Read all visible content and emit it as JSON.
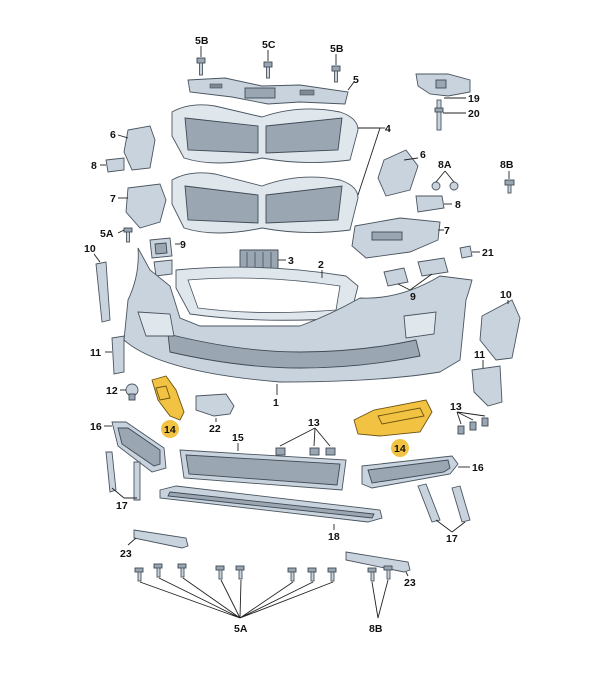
{
  "callouts": [
    {
      "id": "c5b_a",
      "text": "5B"
    },
    {
      "id": "c5c",
      "text": "5C"
    },
    {
      "id": "c5b_b",
      "text": "5B"
    },
    {
      "id": "c5",
      "text": "5"
    },
    {
      "id": "c19",
      "text": "19"
    },
    {
      "id": "c20",
      "text": "20"
    },
    {
      "id": "c4",
      "text": "4"
    },
    {
      "id": "c6_l",
      "text": "6"
    },
    {
      "id": "c8_l",
      "text": "8"
    },
    {
      "id": "c7_l",
      "text": "7"
    },
    {
      "id": "c6_r",
      "text": "6"
    },
    {
      "id": "c8a",
      "text": "8A"
    },
    {
      "id": "c8b_top",
      "text": "8B"
    },
    {
      "id": "c8_r",
      "text": "8"
    },
    {
      "id": "c5a_top",
      "text": "5A"
    },
    {
      "id": "c9_l",
      "text": "9"
    },
    {
      "id": "c7_r",
      "text": "7"
    },
    {
      "id": "c21",
      "text": "21"
    },
    {
      "id": "c10_l",
      "text": "10"
    },
    {
      "id": "c3",
      "text": "3"
    },
    {
      "id": "c2",
      "text": "2"
    },
    {
      "id": "c9_r",
      "text": "9"
    },
    {
      "id": "c10_r",
      "text": "10"
    },
    {
      "id": "c11_l",
      "text": "11"
    },
    {
      "id": "c11_r",
      "text": "11"
    },
    {
      "id": "c12",
      "text": "12"
    },
    {
      "id": "c1",
      "text": "1"
    },
    {
      "id": "c14_l",
      "text": "14"
    },
    {
      "id": "c22",
      "text": "22"
    },
    {
      "id": "c13_c",
      "text": "13"
    },
    {
      "id": "c13_r",
      "text": "13"
    },
    {
      "id": "c14_r",
      "text": "14"
    },
    {
      "id": "c16_l",
      "text": "16"
    },
    {
      "id": "c15",
      "text": "15"
    },
    {
      "id": "c16_r",
      "text": "16"
    },
    {
      "id": "c17_l",
      "text": "17"
    },
    {
      "id": "c17_r",
      "text": "17"
    },
    {
      "id": "c18",
      "text": "18"
    },
    {
      "id": "c23_l",
      "text": "23"
    },
    {
      "id": "c23_r",
      "text": "23"
    },
    {
      "id": "c5a_bottom",
      "text": "5A"
    },
    {
      "id": "c8b_bottom",
      "text": "8B"
    }
  ],
  "colors": {
    "highlight": "#f2c343",
    "part_fill": "#c9d3dd",
    "outline": "#4a5560"
  }
}
